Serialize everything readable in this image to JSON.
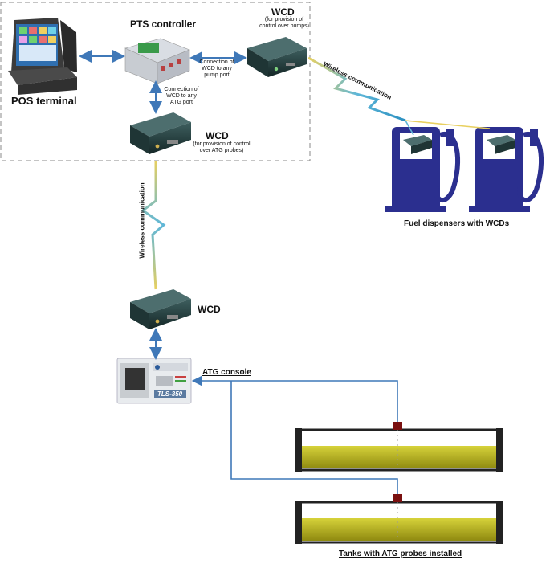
{
  "labels": {
    "pos_terminal": "POS terminal",
    "pts_controller": "PTS controller",
    "wcd_top": "WCD",
    "wcd_top_sub": "(for provision of\ncontrol over pumps)",
    "connection_pump": "Connection of\nWCD to any\npump port",
    "connection_atg": "Connection of\nWCD to any\nATG port",
    "wcd_mid": "WCD",
    "wcd_mid_sub": "(for provision of control\nover ATG probes)",
    "wcd_low": "WCD",
    "atg_console": "ATG console",
    "tls_label": "TLS-350",
    "fuel_dispensers": "Fuel dispensers with WCDs",
    "tanks": "Tanks with ATG probes installed",
    "wireless_1": "Wireless communication",
    "wireless_2": "Wireless communication"
  },
  "colors": {
    "arrow": "#3f78b8",
    "dispenser": "#2b2f8f",
    "tank_fill": "#b5b017",
    "tank_frame": "#222222",
    "device_body": "#1f3a3a",
    "dashed_box": "#888888"
  }
}
